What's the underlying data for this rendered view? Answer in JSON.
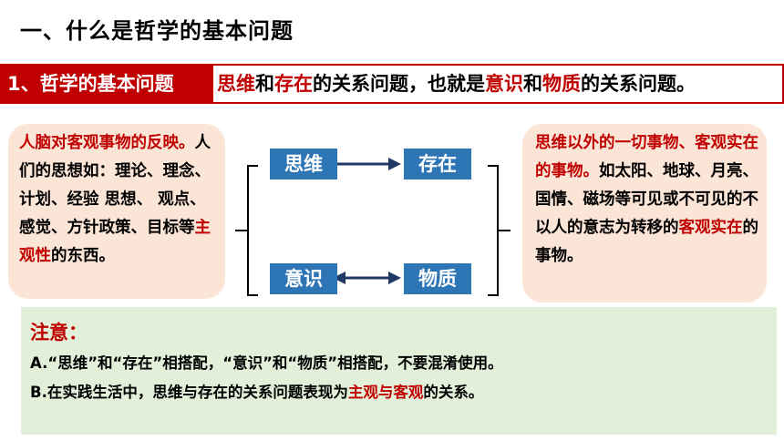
{
  "title": "一、什么是哲学的基本问题",
  "banner": {
    "label": "1、哲学的基本问题",
    "def": {
      "t1": "思维",
      "t2": "和",
      "t3": "存在",
      "t4": "的关系问题，也就是",
      "t5": "意识",
      "t6": "和",
      "t7": "物质",
      "t8": "的关系问题。"
    }
  },
  "left_box": {
    "red_part": "人脑对客观事物的反映。",
    "black_part_1": "人们的思想如：理论、理念、计划、经验 思想、 观点、感觉、方针政策、目标等",
    "red_part_2": "主观性",
    "black_part_2": "的东西。"
  },
  "right_box": {
    "red_part": "思维以外的一切事物、客观实在的事物。",
    "black_part_1": "如太阳、地球、月亮、国情、磁场等可见或不可见的不以人的意志为转移的",
    "red_part_2": "客观实在",
    "black_part_2": "的事物。"
  },
  "tags": {
    "thinking": "思维",
    "existence": "存在",
    "consciousness": "意识",
    "matter": "物质"
  },
  "note": {
    "title": "注意：",
    "line_a": "A.“思维”和“存在”相搭配，“意识”和“物质”相搭配，不要混淆使用。",
    "line_b_1": "B.在实践生活中，思维与存在的关系问题表现为",
    "line_b_red": "主观与客观",
    "line_b_2": "的关系。"
  },
  "colors": {
    "accent_red": "#c00000",
    "tag_blue": "#2e75b6",
    "peach_box": "#fbe5d6",
    "note_green": "#e2efd9"
  }
}
